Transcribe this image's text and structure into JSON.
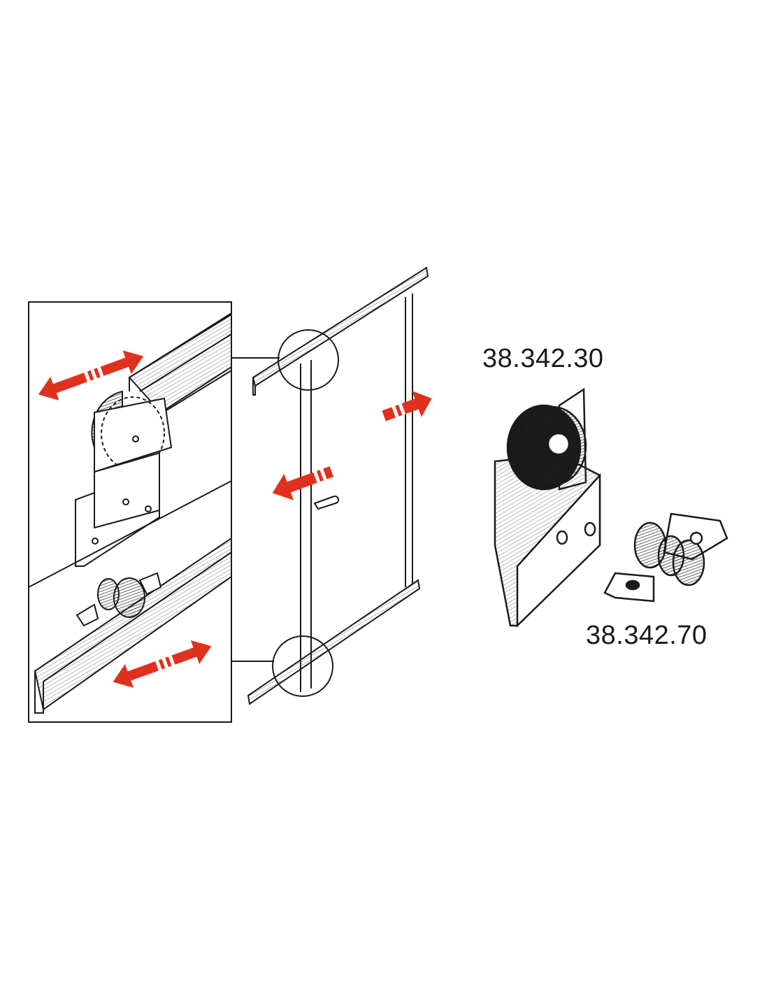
{
  "parts": [
    {
      "code": "38.342.30",
      "description_visual": "top-roller"
    },
    {
      "code": "38.342.70",
      "description_visual": "bottom-guide"
    }
  ],
  "colors": {
    "arrow": "#e0301e",
    "line": "#1a1a1a",
    "background": "#ffffff"
  }
}
